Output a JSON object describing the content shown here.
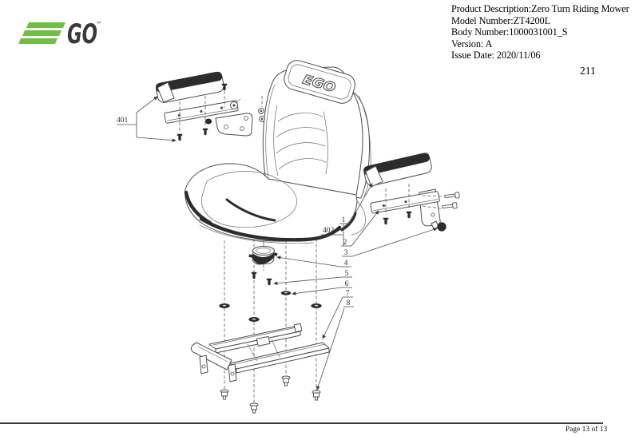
{
  "brand": {
    "logo_text": "GO",
    "trademark": "™"
  },
  "header": {
    "lines": [
      "Product Description:Zero Turn Riding Mower",
      "Model Number:ZT4200L",
      "Body Number:1000031001_S",
      "Version: A",
      "Issue Date: 2020/11/06"
    ],
    "page_number": "211"
  },
  "footer": {
    "page_label": "Page 13 of 13"
  },
  "diagram": {
    "seat_logo": "EGO",
    "callouts": {
      "c401": "401",
      "c402": "402",
      "c1": "1",
      "c2": "2",
      "c3": "3",
      "c4": "4",
      "c5": "5",
      "c6": "6",
      "c7": "7",
      "c8": "8"
    }
  },
  "colors": {
    "brand_green": "#71BE44",
    "ink": "#3B3A39",
    "line_gray": "#4D4D4D",
    "dark_fill": "#2C2C2C"
  }
}
